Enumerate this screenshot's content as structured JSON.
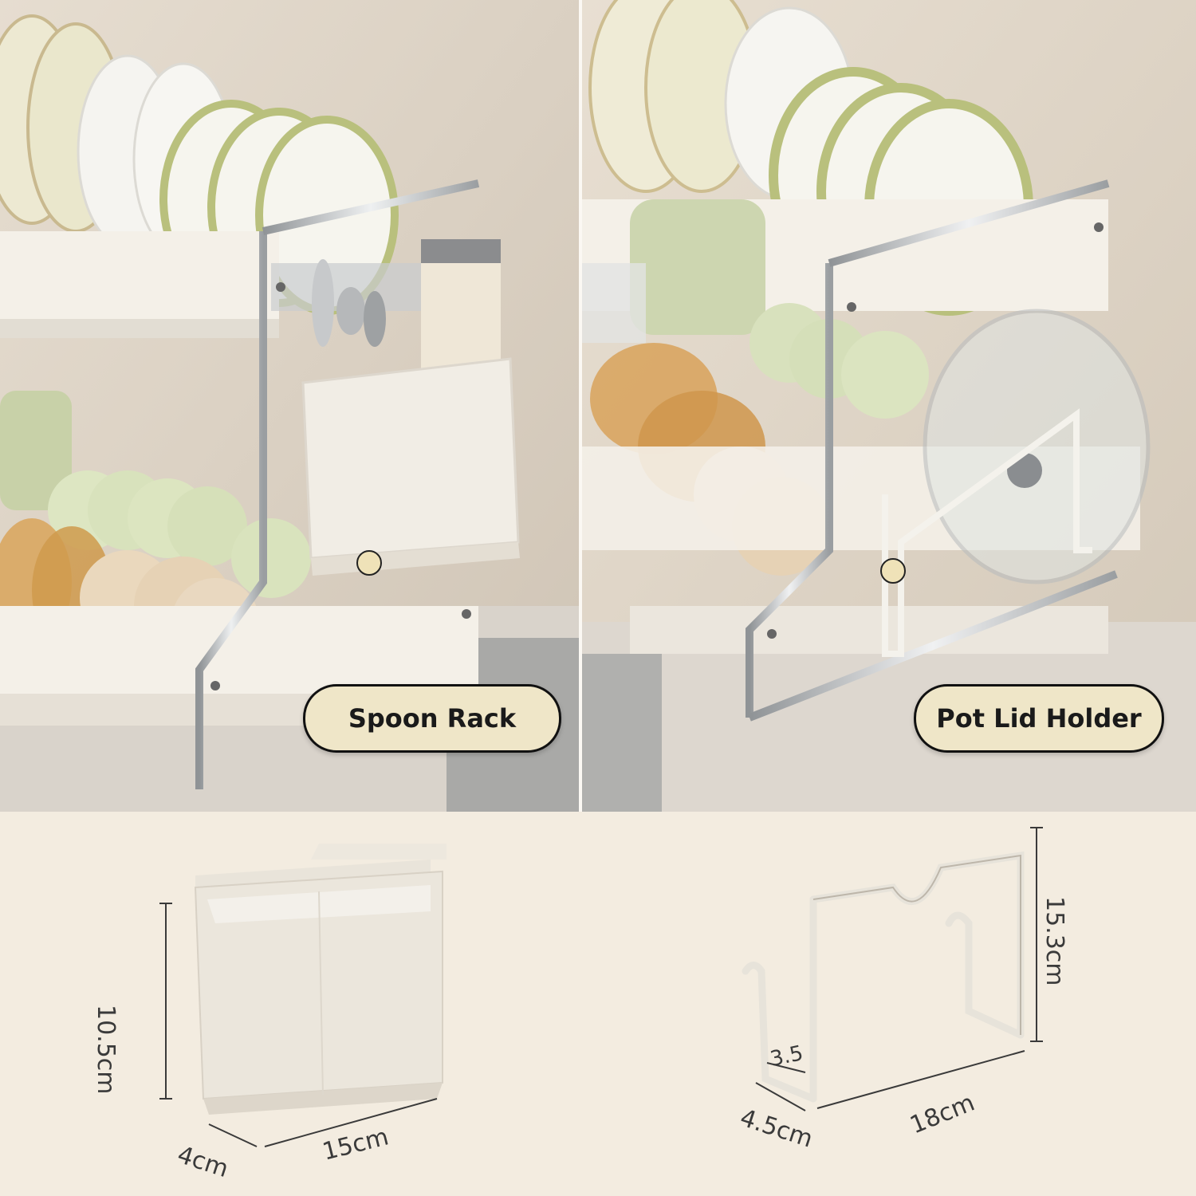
{
  "labels": {
    "spoon_rack": "Spoon Rack",
    "pot_lid_holder": "Pot Lid Holder"
  },
  "dimensions": {
    "spoon_height": "10.5cm",
    "spoon_depth": "4cm",
    "spoon_width": "15cm",
    "lid_height": "15.3cm",
    "lid_inner": "3.5",
    "lid_depth": "4.5cm",
    "lid_width": "18cm"
  },
  "colors": {
    "background": "#f3ece0",
    "pill_fill": "#efe6c8",
    "pill_border": "#111111",
    "rack_white": "#f4f0e8",
    "chrome": "#b9bcbf"
  }
}
